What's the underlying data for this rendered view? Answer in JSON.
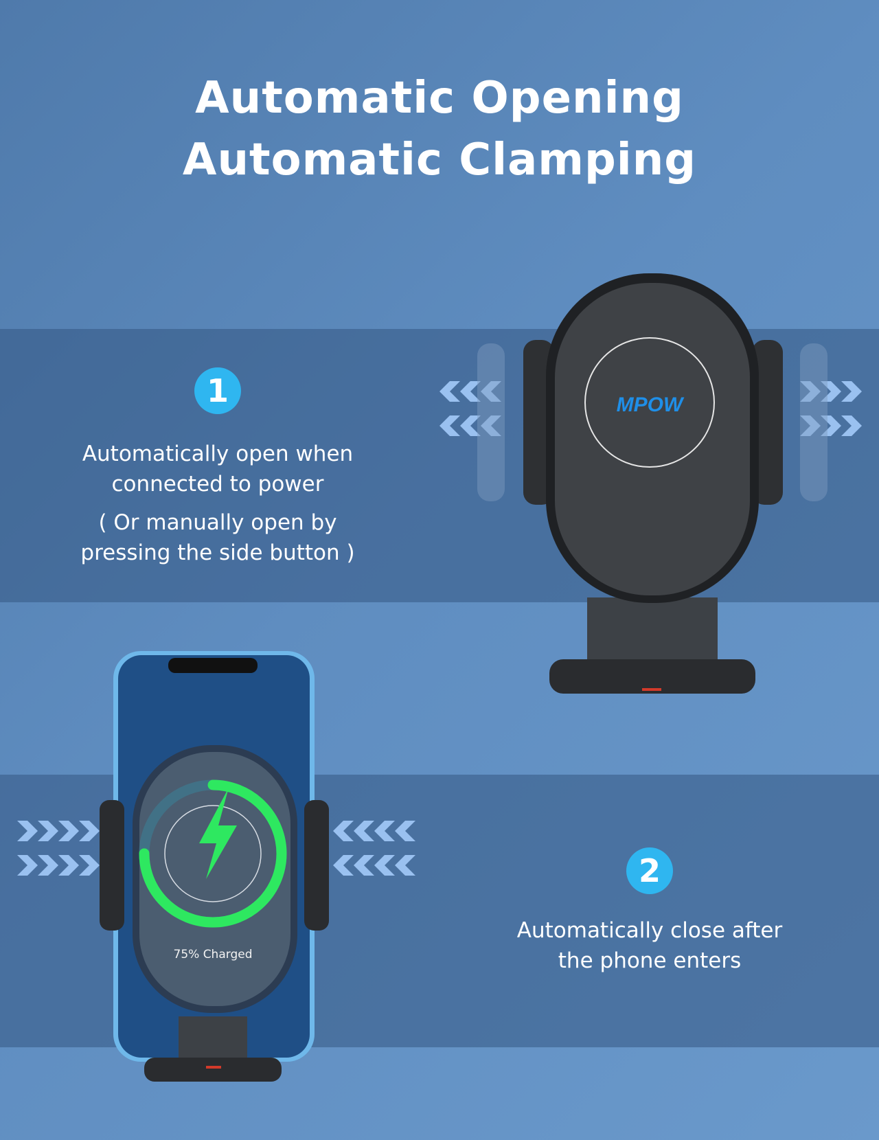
{
  "headline": {
    "line1": "Automatic Opening",
    "line2": "Automatic Clamping"
  },
  "step1": {
    "number": "1",
    "line1": "Automatically open when",
    "line2": "connected to power",
    "line3": "( Or manually open by",
    "line4": "pressing the side button )"
  },
  "step2": {
    "number": "2",
    "line1": "Automatically close after",
    "line2": "the phone enters"
  },
  "product": {
    "brand_logo": "MPOW",
    "charge_status": "75% Charged",
    "charge_level_percent": 75
  },
  "colors": {
    "badge": "#2fb6f0",
    "charge_ring": "#2ee860",
    "logo": "#1f8fe8",
    "arrows": "#a9d0ff"
  }
}
